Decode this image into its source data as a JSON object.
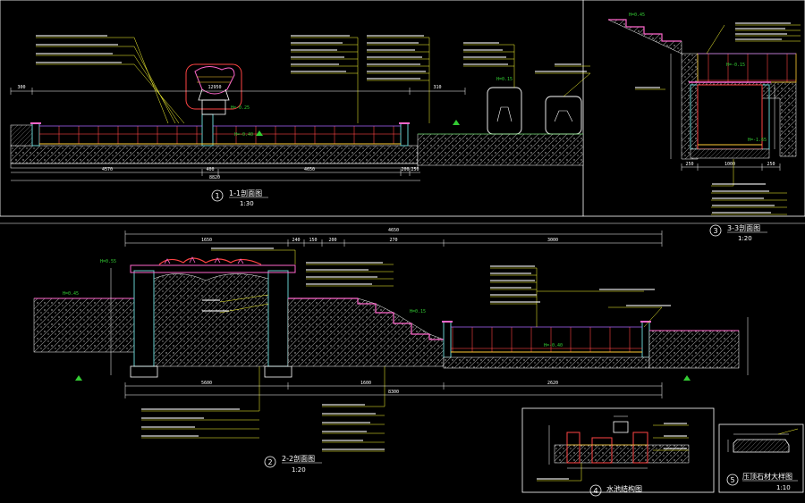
{
  "colors": {
    "background": "#000000",
    "frame": "#ffffff",
    "dimension": "#ffffff",
    "leader": "#ffff33",
    "note": "#ffffff",
    "concrete": "#66cccc",
    "wall": "#ff4444",
    "tile": "#ffcc33",
    "water": "#aa66ff",
    "accent": "#ff66cc",
    "ground": "#33cc33"
  },
  "section_1": {
    "number": "1",
    "title": "1-1剖面图",
    "scale": "1:30",
    "dims_top": [
      "300",
      "12950",
      "310"
    ],
    "dims_bottom": [
      "4570",
      "400",
      "4650",
      "200",
      "250"
    ],
    "dim_total": "8820",
    "elev_left": "H=-0.25",
    "elev_water": "H=-0.40",
    "elev_right": "H=0.15"
  },
  "section_2": {
    "number": "2",
    "title": "2-2剖面图",
    "scale": "1:20",
    "dims_top": [
      "1650",
      "240",
      "150",
      "200",
      "270",
      "3000",
      "4650"
    ],
    "dims_bottom": [
      "5600",
      "1600",
      "2620"
    ],
    "dim_total": "8300",
    "elev_left": "H=0.45",
    "elev_mid": "H=0.15",
    "elev_water": "H=-0.40",
    "elev_top": "H=0.55"
  },
  "section_3": {
    "number": "3",
    "title": "3-3剖面图",
    "scale": "1:20",
    "dims_bottom": [
      "250",
      "1000",
      "250"
    ],
    "elev_top": "H=0.45",
    "elev_mid": "H=-0.15",
    "elev_water": "H=-1.65"
  },
  "section_4": {
    "number": "4",
    "title": "水池结构图"
  },
  "section_5": {
    "number": "5",
    "title": "压顶石材大样图",
    "scale": "1:10"
  }
}
